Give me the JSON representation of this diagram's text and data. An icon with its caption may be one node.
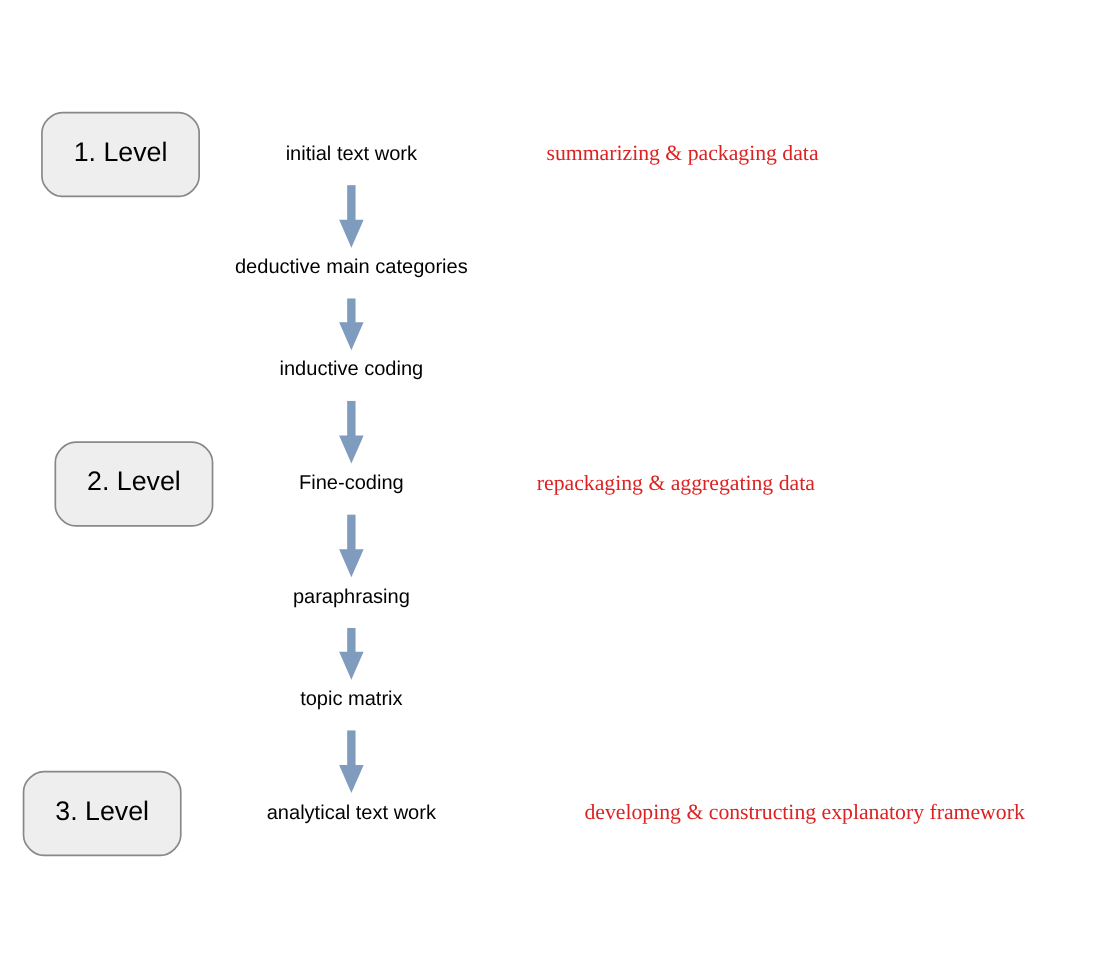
{
  "diagram": {
    "nodes": [
      {
        "text": [
          "1. Level"
        ]
      },
      {
        "text": [
          "2. Level"
        ]
      },
      {
        "text": [
          "3. Level"
        ]
      },
      {
        "text": [
          "initial text work"
        ]
      },
      {
        "text": [
          "deductive main categories"
        ]
      },
      {
        "text": [
          "inductive coding"
        ]
      },
      {
        "text": [
          "Fine-coding"
        ]
      },
      {
        "text": [
          "paraphrasing"
        ]
      },
      {
        "text": [
          "topic matrix"
        ]
      },
      {
        "text": [
          "analytical text work"
        ]
      }
    ],
    "edges": [
      {
        "from": 3,
        "to": 4,
        "arrow": "to"
      },
      {
        "from": 4,
        "to": 5,
        "arrow": "to"
      },
      {
        "from": 5,
        "to": 6,
        "arrow": "to"
      },
      {
        "from": 6,
        "to": 7,
        "arrow": "to"
      },
      {
        "from": 7,
        "to": 8,
        "arrow": "to"
      },
      {
        "from": 8,
        "to": 9,
        "arrow": "to"
      }
    ],
    "labels": [
      "summarizing & packaging data",
      "repackaging & aggregating data",
      "developing & constructing explanatory framework"
    ]
  }
}
